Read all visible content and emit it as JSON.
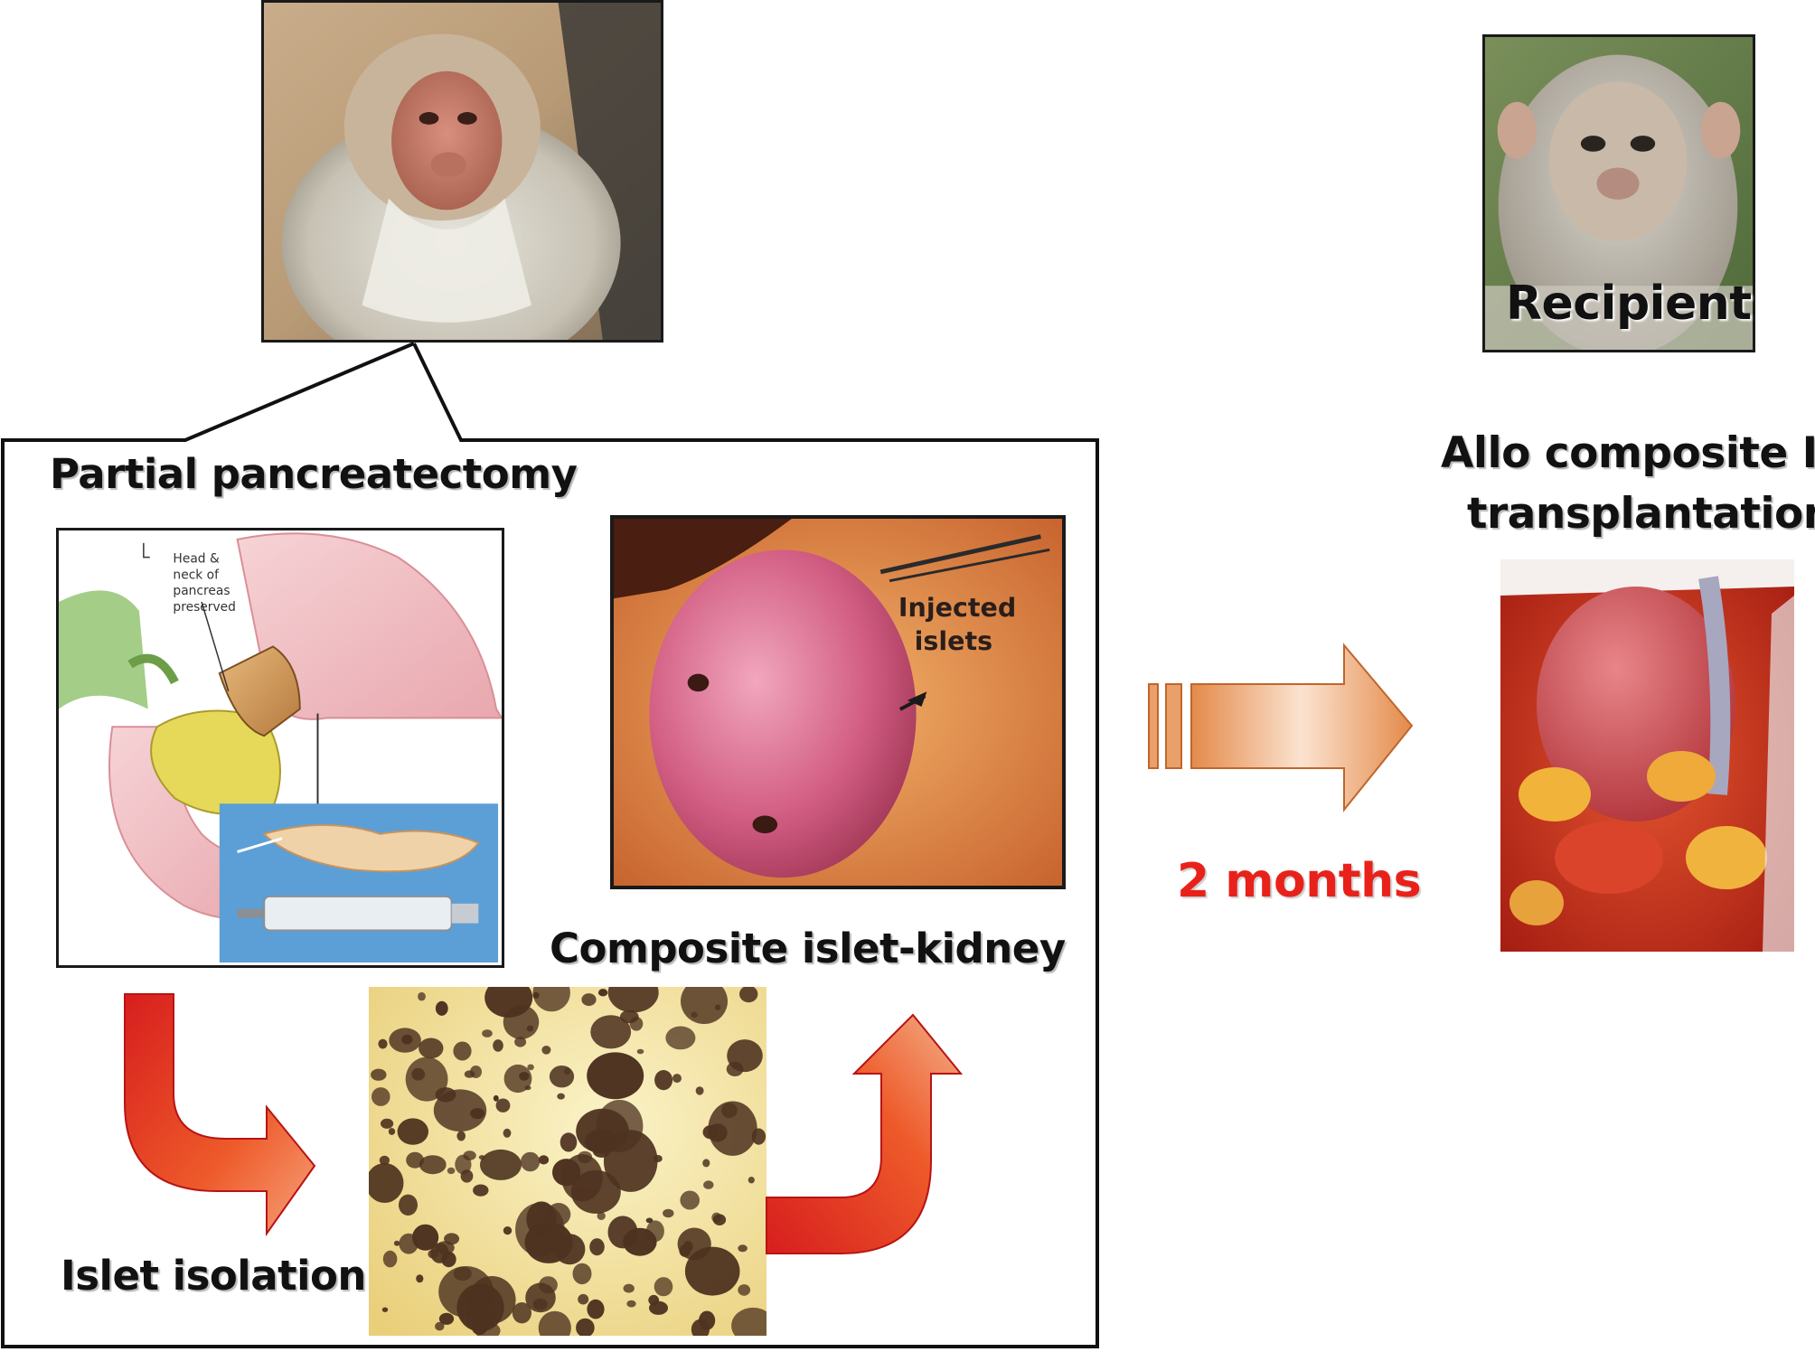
{
  "labels": {
    "partial_pancreatectomy": "Partial pancreatectomy",
    "composite_islet_kidney": "Composite islet-kidney",
    "islet_isolation": "Islet isolation",
    "recipient": "Recipient",
    "allo_line1": "Allo composite IK",
    "allo_line2": "transplantation",
    "duration": "2 months"
  },
  "diagram_annotations": {
    "pancreas_note": [
      "Head &",
      "neck of",
      "pancreas",
      "preserved"
    ],
    "injected_islets": [
      "Injected",
      "islets"
    ]
  },
  "colors": {
    "duration_text": "#e8221a",
    "curved_arrow": "#e63a1e",
    "transfer_arrow": "#e9a06a"
  }
}
